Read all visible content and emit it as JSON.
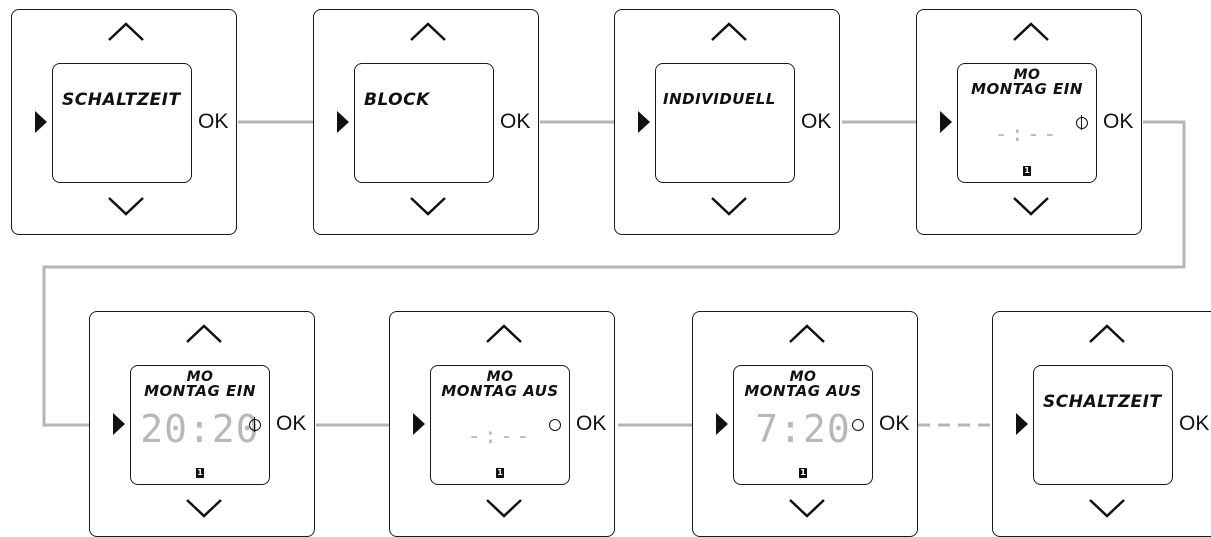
{
  "ok_label": "OK",
  "colors": {
    "line": "#b5b5b5",
    "stroke": "#1a1a1a",
    "time_digits": "#b8b8b8"
  },
  "screens": [
    {
      "layout": "single",
      "text": "SCHALTZEIT"
    },
    {
      "layout": "single",
      "text": "BLOCK"
    },
    {
      "layout": "single",
      "text": "INDIVIDUELL"
    },
    {
      "layout": "detail",
      "day": "MO",
      "line2": "MONTAG  EIN",
      "time": "-:--",
      "symbol": "circle-split-icon",
      "program": "1"
    },
    {
      "layout": "detail",
      "day": "MO",
      "line2": "MONTAG  EIN",
      "time": "20:20",
      "symbol": "circle-split-icon",
      "program": "1"
    },
    {
      "layout": "detail",
      "day": "MO",
      "line2": "MONTAG  AUS",
      "time": "-:--",
      "symbol": "circle-icon",
      "program": "1"
    },
    {
      "layout": "detail",
      "day": "MO",
      "line2": "MONTAG  AUS",
      "time": "7:20",
      "symbol": "circle-icon",
      "program": "1"
    },
    {
      "layout": "single",
      "text": "SCHALTZEIT"
    }
  ]
}
